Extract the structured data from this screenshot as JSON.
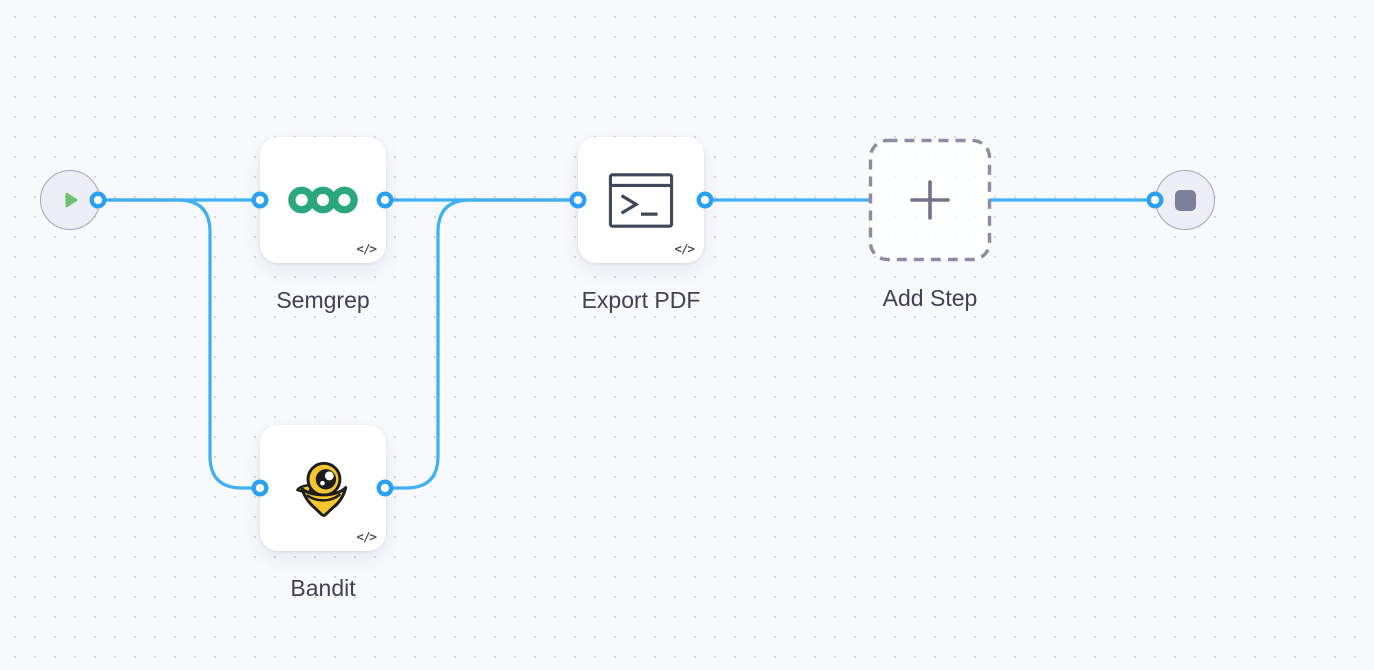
{
  "palette": {
    "canvas_bg": "#f8f9fc",
    "grid_dot": "#d3d5e1",
    "edge_blue": "#3fb0f0",
    "port_blue": "#2b9ff2",
    "terminal_fill": "#ededf6",
    "terminal_border": "#a6a6bc",
    "play_green": "#6cc36e",
    "stop_gray": "#7c7f99",
    "semgrep_green": "#2aa87c",
    "bandit_yellow": "#f4c52e",
    "dashed_border_gray": "#8b8da2",
    "label_color": "#3e4352"
  },
  "workflow": {
    "start": {
      "icon": "play-icon"
    },
    "end": {
      "icon": "stop-icon"
    },
    "nodes": [
      {
        "id": "semgrep",
        "label": "Semgrep",
        "icon": "semgrep-rings-logo",
        "badge": "</>"
      },
      {
        "id": "bandit",
        "label": "Bandit",
        "icon": "bandit-bird-logo",
        "badge": "</>"
      },
      {
        "id": "export-pdf",
        "label": "Export PDF",
        "icon": "terminal-window-icon",
        "badge": "</>"
      },
      {
        "id": "add-step",
        "label": "Add Step",
        "icon": "plus-icon"
      }
    ],
    "connections": [
      {
        "from": "start",
        "to": "semgrep"
      },
      {
        "from": "start",
        "to": "bandit"
      },
      {
        "from": "semgrep",
        "to": "export-pdf"
      },
      {
        "from": "bandit",
        "to": "export-pdf"
      },
      {
        "from": "export-pdf",
        "to": "add-step"
      },
      {
        "from": "add-step",
        "to": "end"
      }
    ]
  }
}
